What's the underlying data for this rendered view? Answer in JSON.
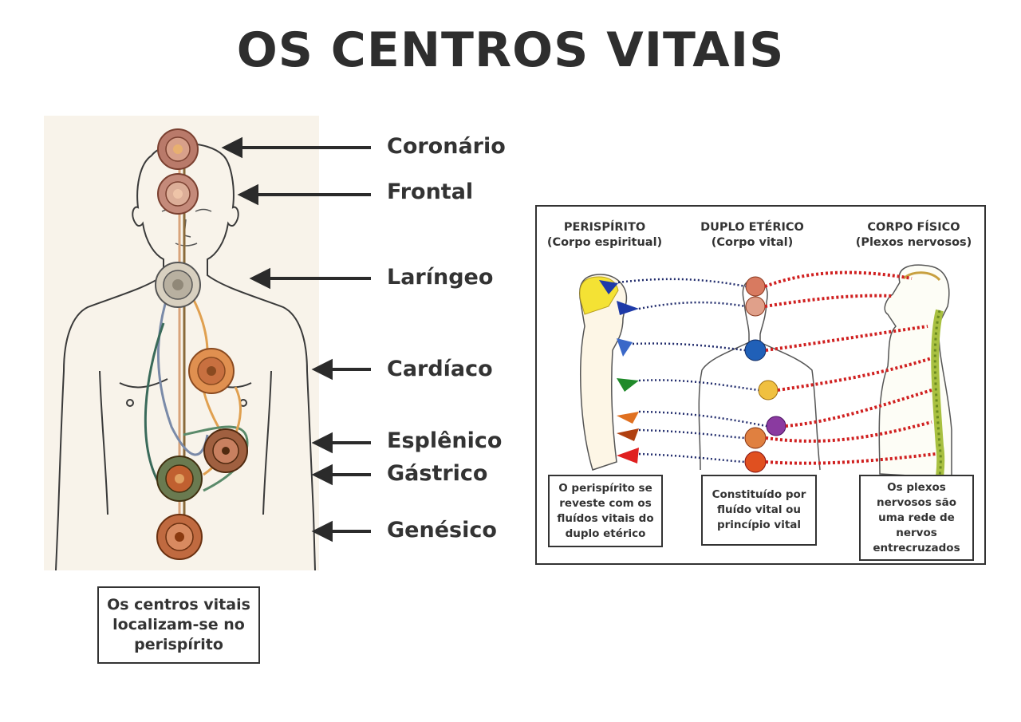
{
  "title": "OS CENTROS VITAIS",
  "centers": [
    {
      "label": "Coronário"
    },
    {
      "label": "Frontal"
    },
    {
      "label": "Laríngeo"
    },
    {
      "label": "Cardíaco"
    },
    {
      "label": "Esplênico"
    },
    {
      "label": "Gástrico"
    },
    {
      "label": "Genésico"
    }
  ],
  "left_caption": "Os centros vitais localizam-se no perispírito",
  "columns": [
    {
      "heading": "PERISPÍRITO",
      "subheading": "(Corpo espiritual)",
      "note": "O perispírito se reveste com os fluídos vitais do duplo etérico"
    },
    {
      "heading": "DUPLO ETÉRICO",
      "subheading": "(Corpo vital)",
      "note": "Constituído por fluído vital ou princípio vital"
    },
    {
      "heading": "CORPO FÍSICO",
      "subheading": "(Plexos nervosos)",
      "note": "Os plexos nervosos são uma rede de nervos entrecruzados"
    }
  ],
  "colors": {
    "text": "#2e2e2e",
    "arrow": "#2b2b2b",
    "dotted_blue": "#1f2a6b",
    "dotted_red": "#d02020",
    "background": "#ffffff"
  }
}
